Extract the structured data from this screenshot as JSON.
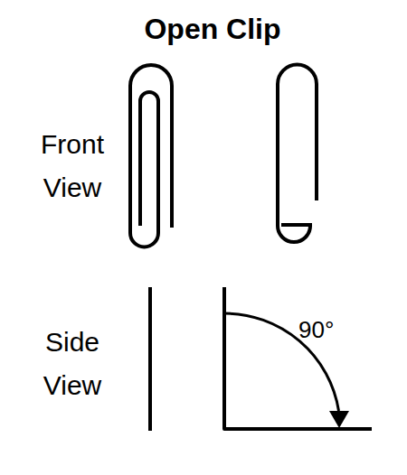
{
  "diagram": {
    "title": "Open Clip",
    "labels": [
      "Front View",
      "Side View",
      "90°"
    ]
  }
}
